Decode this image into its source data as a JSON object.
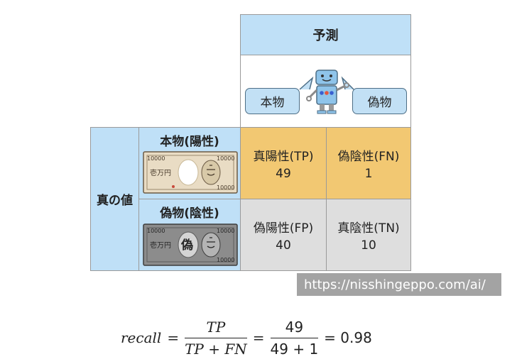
{
  "header": {
    "predicted_label": "予測"
  },
  "prediction_bubbles": {
    "positive": "本物",
    "negative": "偽物"
  },
  "actual_header": {
    "label": "真の値"
  },
  "rows": [
    {
      "label": "本物(陽性)",
      "bill": "genuine-yen-note"
    },
    {
      "label": "偽物(陰性)",
      "bill": "counterfeit-yen-note"
    }
  ],
  "cells": {
    "tp": {
      "label": "真陽性(TP)",
      "value": "49"
    },
    "fn": {
      "label": "偽陰性(FN)",
      "value": "1"
    },
    "fp": {
      "label": "偽陽性(FP)",
      "value": "40"
    },
    "tn": {
      "label": "真陰性(TN)",
      "value": "10"
    }
  },
  "bill_text": {
    "number": "10000",
    "unit": "壱万円",
    "fake_mark": "偽"
  },
  "watermark": "https://nisshingeppo.com/ai/",
  "formula": {
    "lhs": "recall",
    "eq": "=",
    "frac1_num": "TP",
    "frac1_den": "TP + FN",
    "frac2_num": "49",
    "frac2_den": "49 + 1",
    "result": "= 0.98"
  },
  "colors": {
    "header_blue": "#bfe0f7",
    "tp_fn": "#f2c872",
    "fp_tn": "#dedede",
    "watermark_bg": "#a3a3a3"
  }
}
